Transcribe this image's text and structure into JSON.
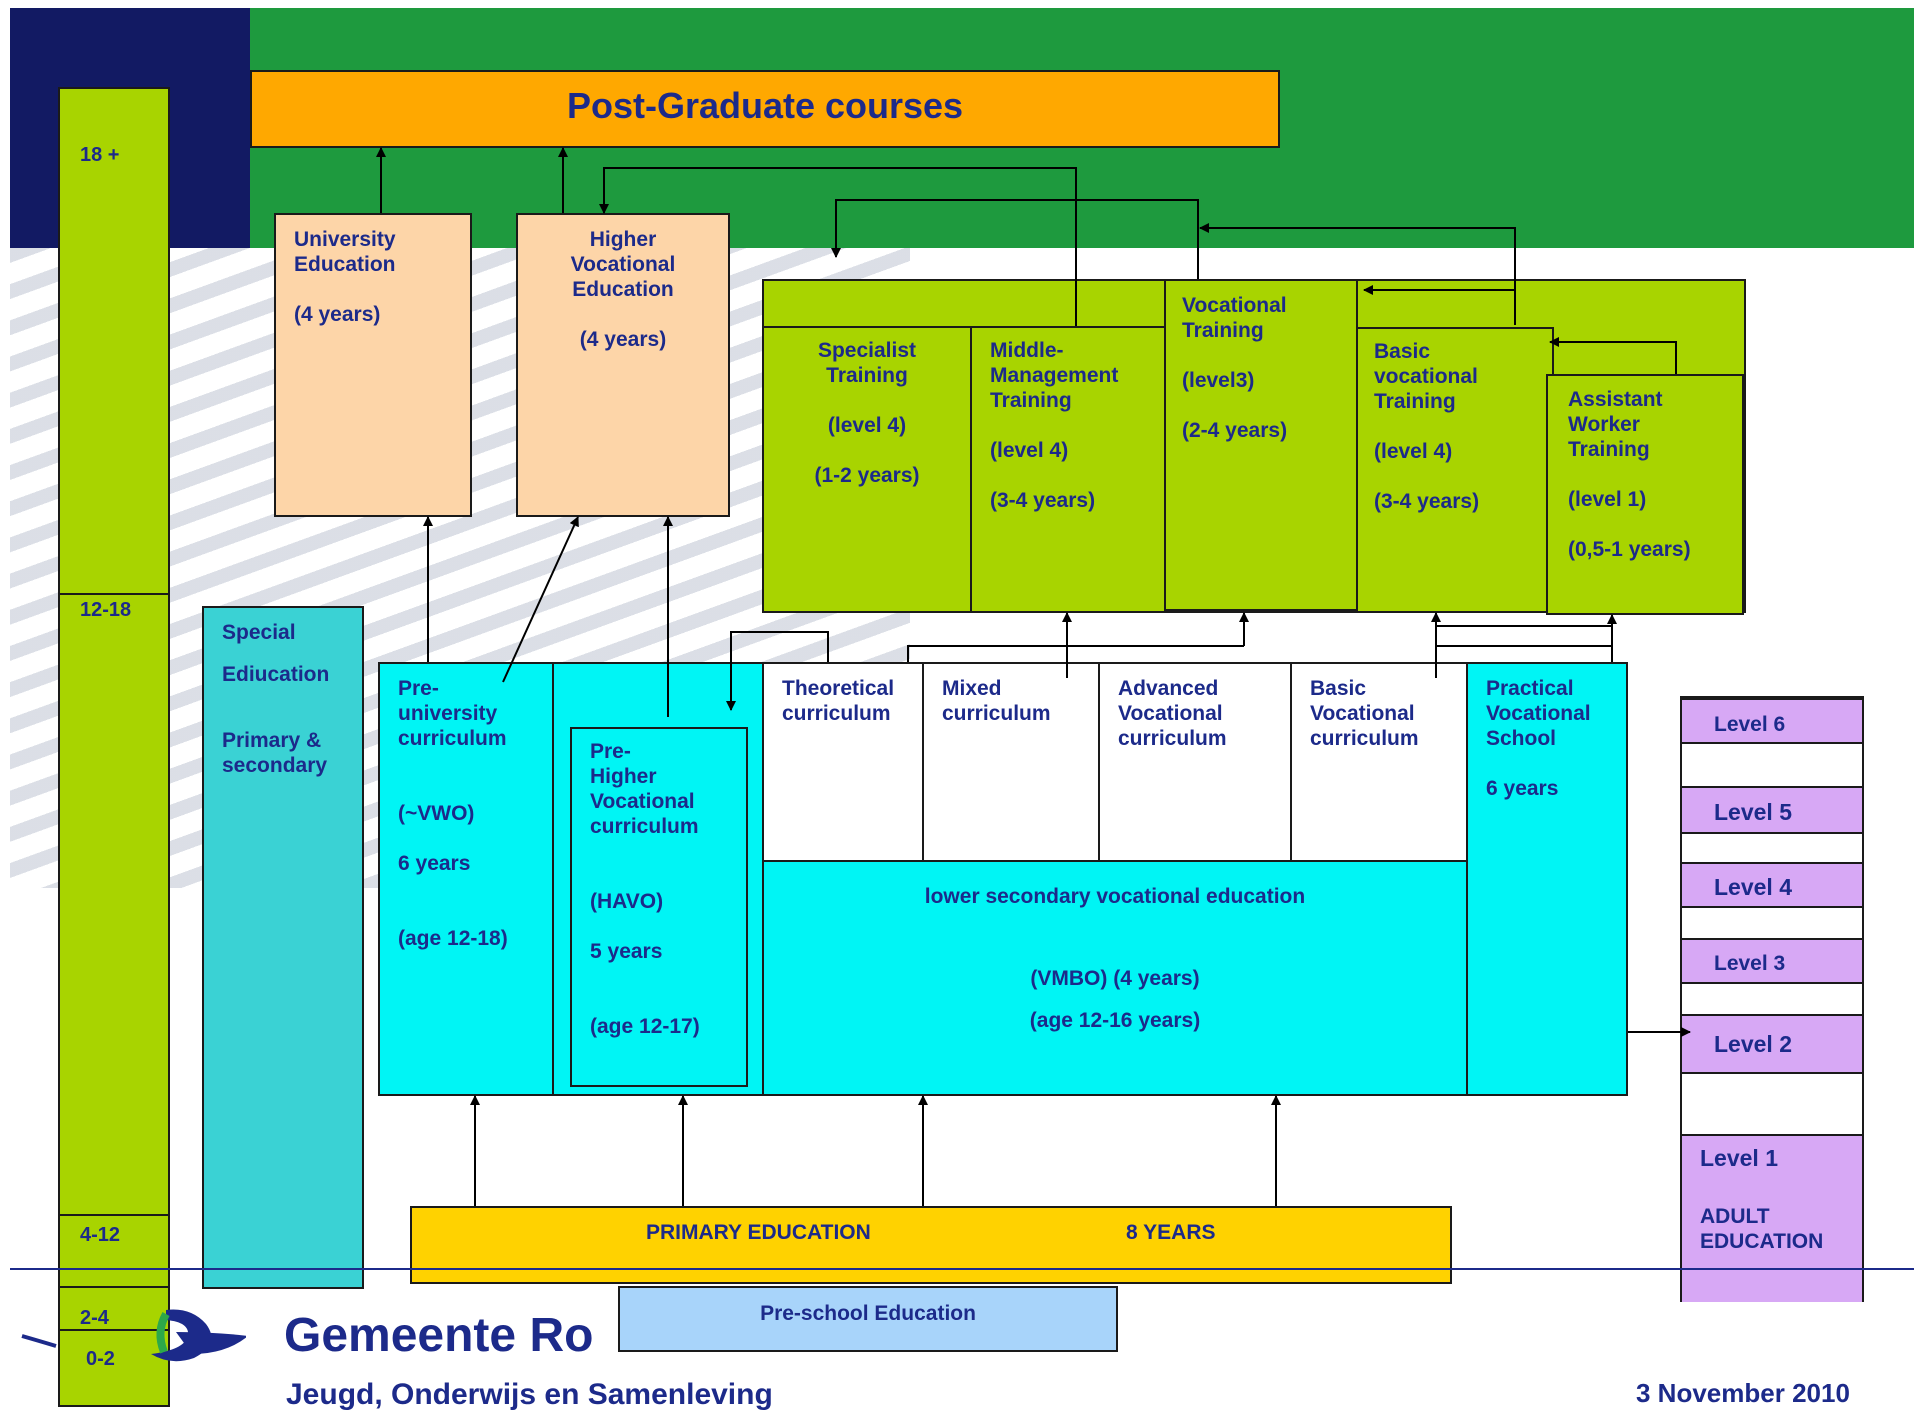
{
  "header": {
    "postgrad": "Post-Graduate courses"
  },
  "ages": {
    "a18": "18 +",
    "a12": "12-18",
    "a4": "4-12",
    "a2": "2-4",
    "a0": "0-2"
  },
  "higher": {
    "university": "University\nEducation\n\n      (4 years)",
    "hbo": "Higher\nVocational\nEducation\n\n(4 years)"
  },
  "mbo": {
    "specialist": "Specialist\nTraining\n\n(level 4)\n\n(1-2 years)",
    "middle": "Middle-\nManagement\nTraining\n\n(level 4)\n\n(3-4 years)",
    "vocational": "Vocational\nTraining\n\n(level3)\n\n(2-4 years)",
    "basic": "Basic\nvocational\nTraining\n\n(level 4)\n\n(3-4 years)",
    "assistant": "Assistant\nWorker\nTraining\n\n(level 1)\n\n(0,5-1 years)"
  },
  "special": {
    "title": "Special",
    "line2": "Ediucation",
    "line3": "Primary &\nsecondary"
  },
  "secondary": {
    "vwo": "Pre-\nuniversity\ncurriculum\n\n\n(~VWO)\n\n6 years\n\n\n(age 12-18)",
    "havo": "Pre-\nHigher\nVocational\ncurriculum\n\n\n(HAVO)\n\n5 years\n\n\n(age 12-17)",
    "theoretical": "Theoretical\ncurriculum",
    "mixed": "Mixed\ncurriculum",
    "advanced": "Advanced\nVocational\ncurriculum",
    "basic": "Basic\nVocational\ncurriculum",
    "practical": "Practical\nVocational\nSchool\n\n6 years",
    "vmbo_title": "lower secondary vocational education",
    "vmbo_years": "(VMBO) (4 years)",
    "vmbo_age": "(age 12-16 years)"
  },
  "primary": {
    "label": "PRIMARY EDUCATION",
    "years": "8 YEARS"
  },
  "preschool": {
    "label": "Pre-school Education"
  },
  "adult": {
    "levels": [
      "Level 6",
      "Level 5",
      "Level 4",
      "Level 3",
      "Level 2",
      "Level 1"
    ],
    "label": "ADULT\nEDUCATION"
  },
  "footer": {
    "org": "Gemeente Ro",
    "org_sub": "Jeugd, Onderwijs en Samenleving",
    "date": "3  November 2010"
  },
  "colors": {
    "navy": "#121a63",
    "green": "#1e9a3e",
    "lime": "#a8d400",
    "peach": "#fdd5a8",
    "orange": "#ffa800",
    "cyan": "#00f5f5",
    "teal": "#3ad2d4",
    "yellow": "#ffd200",
    "lightblue": "#a8d4fa",
    "lilac": "#d7a8f5",
    "text": "#1c2a8a"
  }
}
